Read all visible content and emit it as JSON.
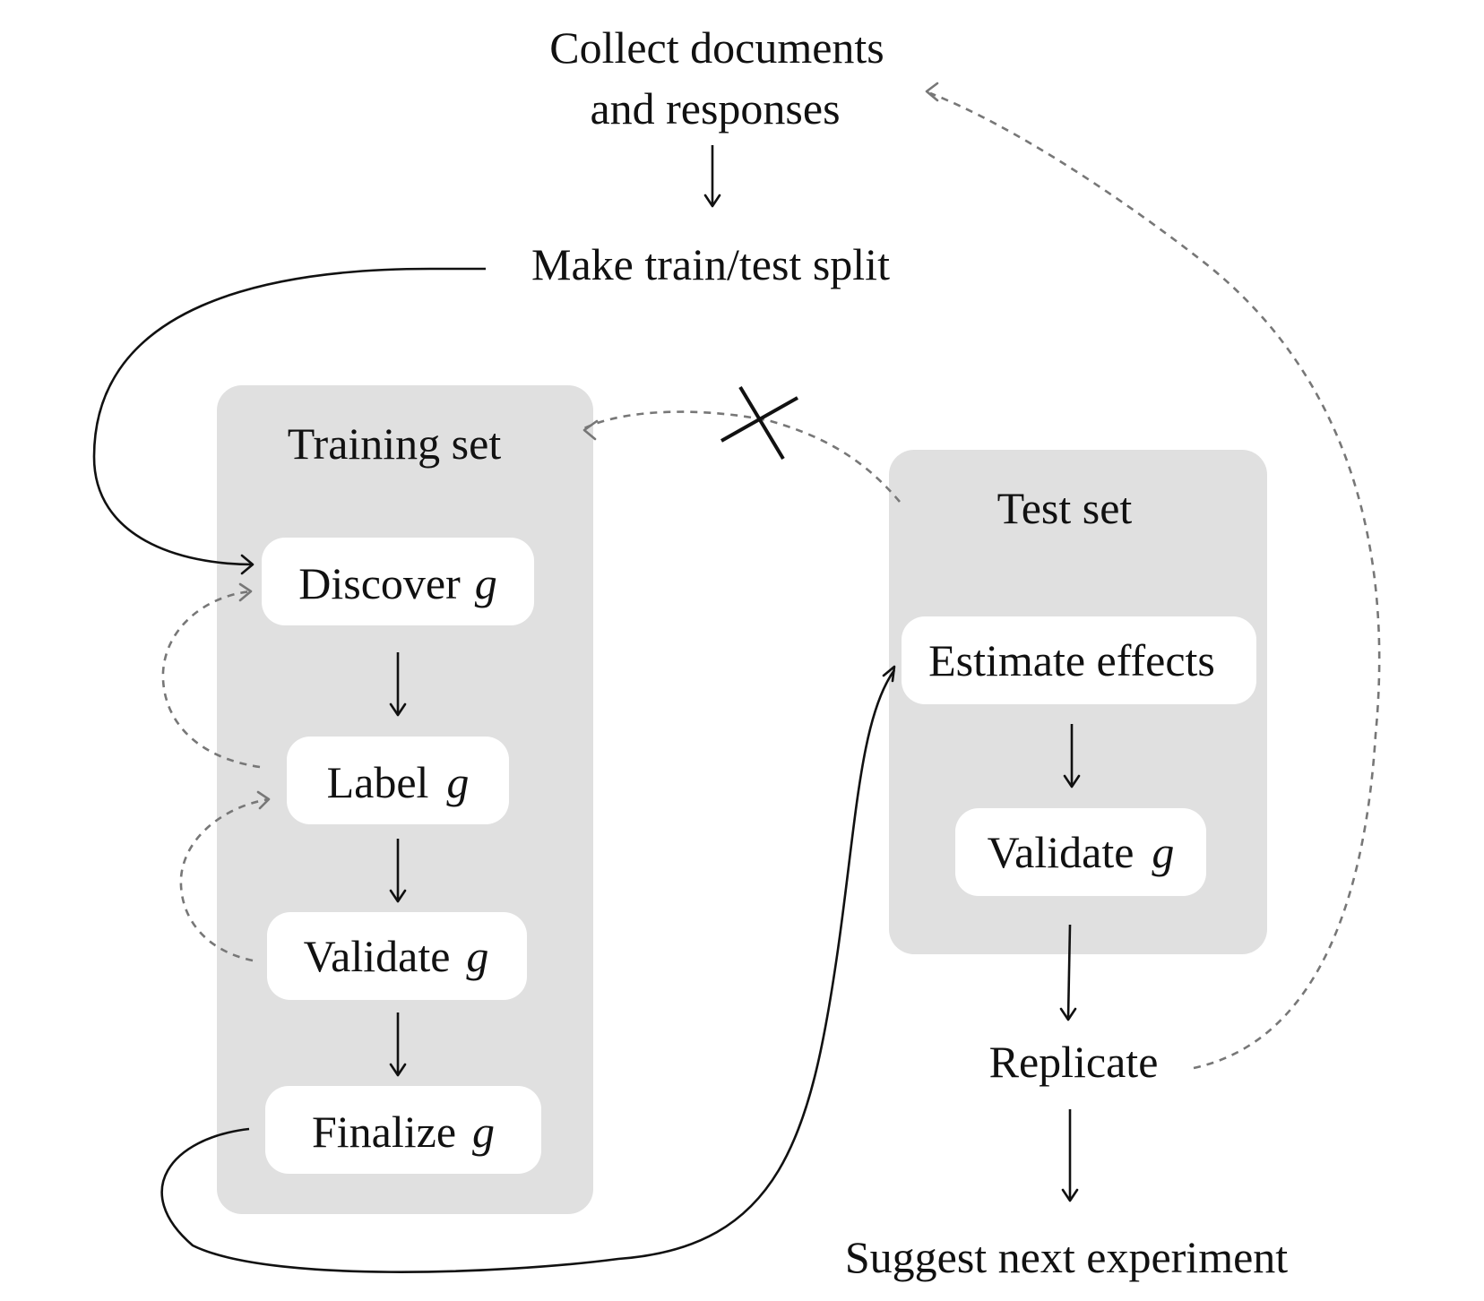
{
  "top": {
    "collect_line1": "Collect documents",
    "collect_line2": "and responses",
    "split": "Make train/test split"
  },
  "training": {
    "title": "Training set",
    "discover": "Discover",
    "label": "Label",
    "validate": "Validate",
    "finalize": "Finalize",
    "var": "g"
  },
  "test": {
    "title": "Test set",
    "estimate": "Estimate effects",
    "validate": "Validate",
    "var": "g"
  },
  "bottom": {
    "replicate": "Replicate",
    "suggest": "Suggest next experiment"
  }
}
